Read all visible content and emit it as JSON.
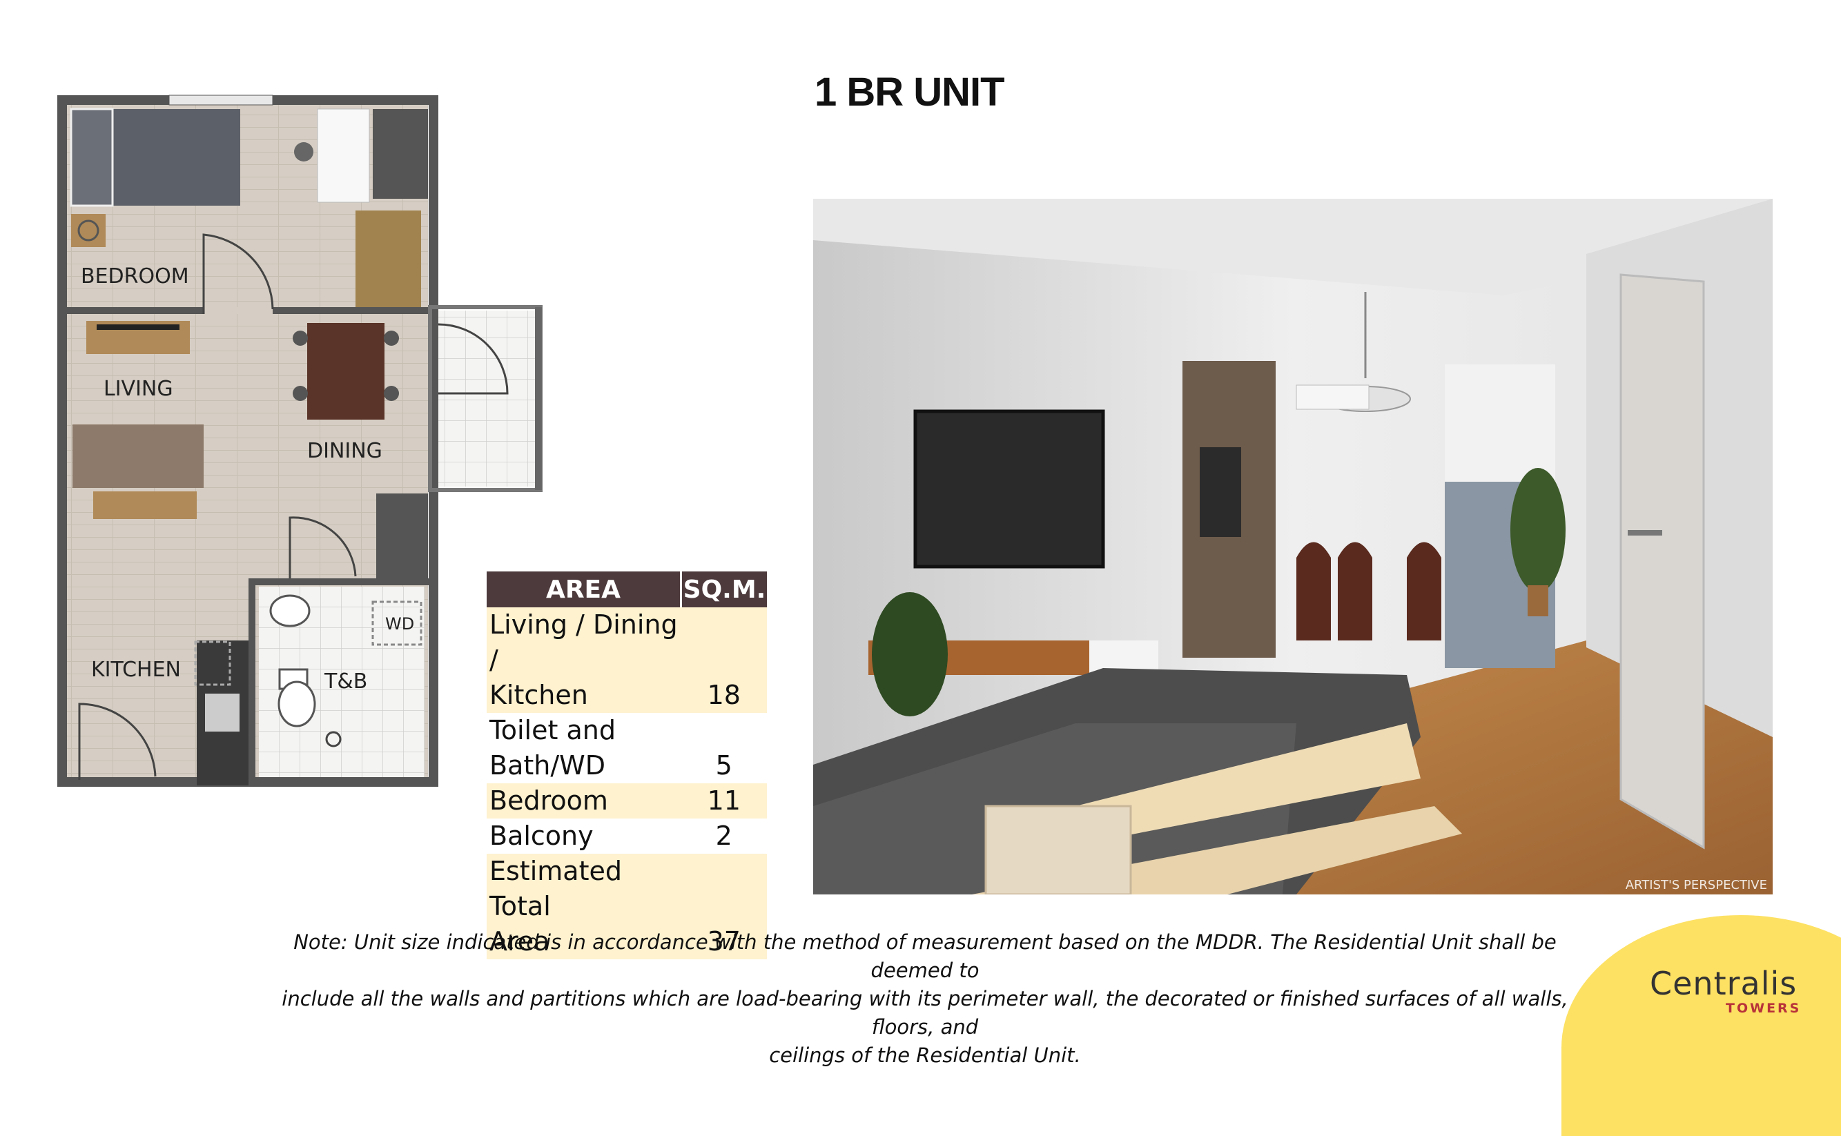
{
  "title": "1 BR UNIT",
  "floor_plan": {
    "labels": {
      "bedroom": "BEDROOM",
      "living": "LIVING",
      "dining": "DINING",
      "kitchen": "KITCHEN",
      "tb": "T&B",
      "wd": "WD"
    }
  },
  "area_table": {
    "headers": [
      "AREA",
      "SQ.M."
    ],
    "rows": [
      {
        "line1": "Living / Dining /",
        "line2": "Kitchen",
        "value": "18",
        "highlight": true
      },
      {
        "line1": "Toilet and",
        "line2": "Bath/WD",
        "value": "5",
        "highlight": false
      },
      {
        "line1": "Bedroom",
        "line2": "",
        "value": "11",
        "highlight": true
      },
      {
        "line1": "Balcony",
        "line2": "",
        "value": "2",
        "highlight": false
      },
      {
        "line1": "Estimated Total",
        "line2": "Area",
        "value": "37",
        "highlight": true
      }
    ]
  },
  "photo": {
    "caption": "ARTIST'S PERSPECTIVE"
  },
  "note": {
    "line1": "Note: Unit size indicated is in accordance with the method of measurement based on the MDDR. The Residential Unit shall be deemed to",
    "line2": "include all the walls and partitions which are load-bearing with its perimeter wall, the decorated or finished surfaces of all walls, floors, and",
    "line3": "ceilings of the Residential Unit."
  },
  "brand": {
    "name": "Centralis",
    "sub": "TOWERS",
    "colors": {
      "yellow": "#fde163",
      "red": "#b8323a",
      "header": "#4d3a3d",
      "highlight": "#fef2cf"
    }
  }
}
